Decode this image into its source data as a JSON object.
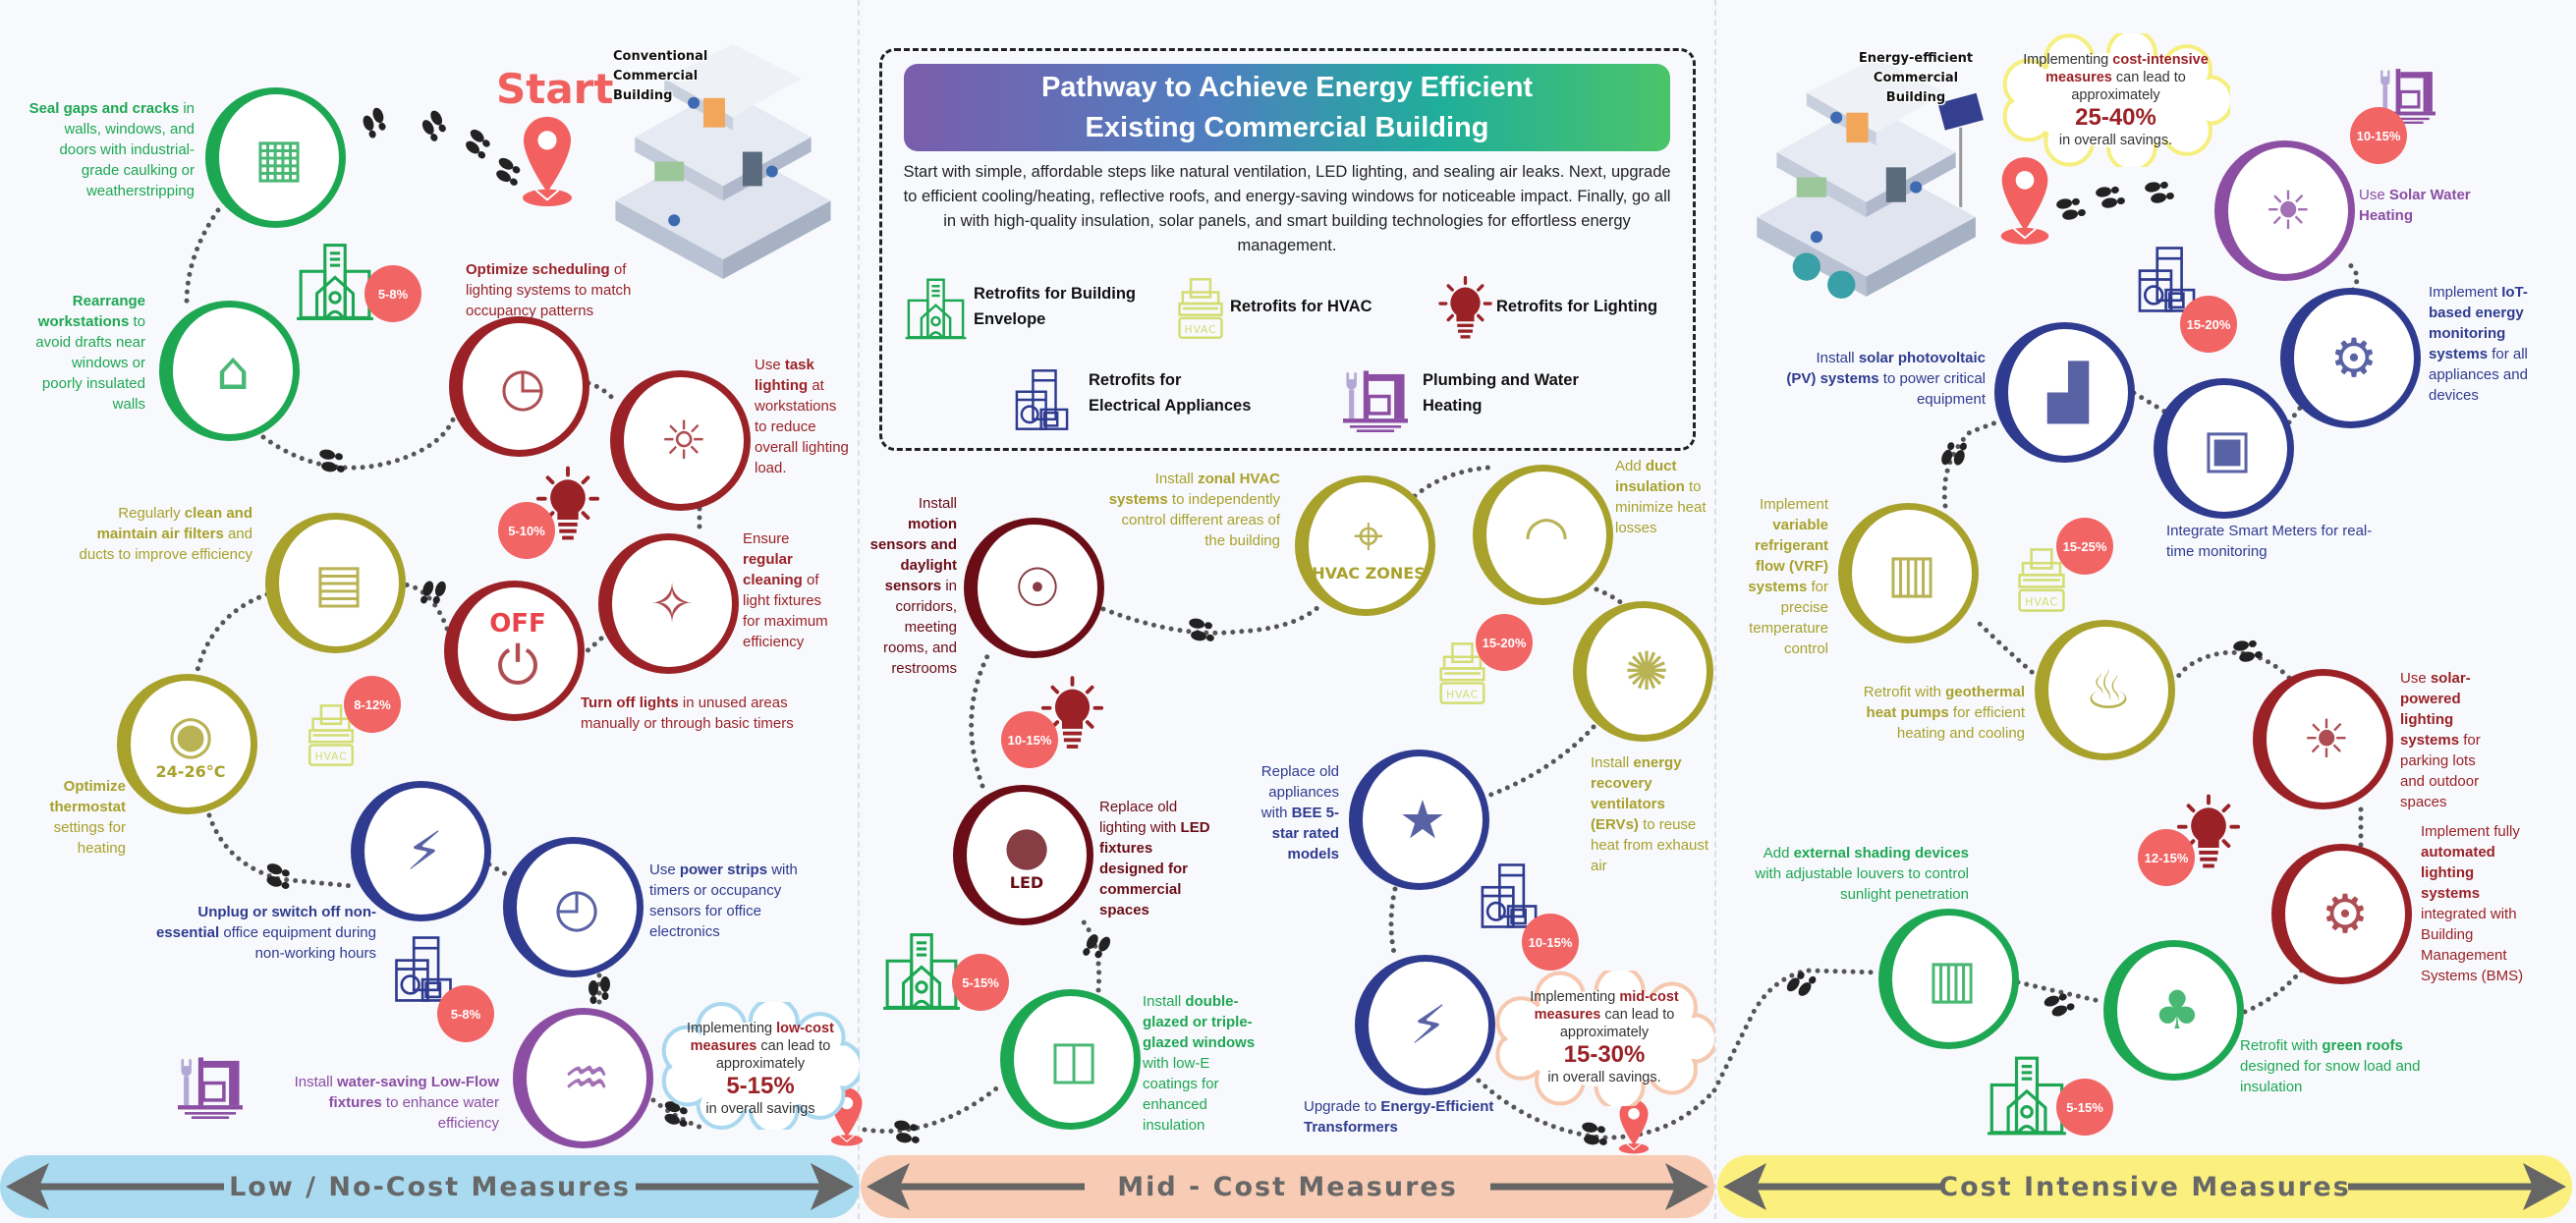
{
  "start_label": "Start",
  "buildings": {
    "conventional": [
      "Conventional",
      "Commercial",
      "Building"
    ],
    "efficient": [
      "Energy-efficient",
      "Commercial",
      "Building"
    ]
  },
  "header": {
    "title_line1": "Pathway to Achieve Energy Efficient",
    "title_line2": "Existing Commercial Building",
    "description": "Start with simple, affordable steps like natural ventilation, LED lighting, and sealing air leaks. Next, upgrade to efficient cooling/heating, reflective roofs, and energy-saving windows for noticeable impact. Finally, go all in with high-quality insulation, solar panels, and smart building technologies for effortless energy management."
  },
  "legend": [
    {
      "icon": "building-envelope",
      "label": "Retrofits for Building Envelope"
    },
    {
      "icon": "hvac",
      "label": "Retrofits for HVAC"
    },
    {
      "icon": "lighting",
      "label": "Retrofits for Lighting"
    },
    {
      "icon": "appliances",
      "label": "Retrofits for Electrical Appliances"
    },
    {
      "icon": "plumbing",
      "label": "Plumbing and Water Heating"
    }
  ],
  "hvac_icon_text": "HVAC",
  "colors": {
    "green": "#1ea753",
    "olive": "#a8a12c",
    "red": "#9a2227",
    "maroon": "#6a0d16",
    "navy": "#2f3b8f",
    "purple": "#8b4ea3",
    "badge": "#f26565",
    "pin": "#f26060"
  },
  "measures": [
    {
      "id": "seal-gaps",
      "color": "green",
      "icon": "window-caulk",
      "text": [
        {
          "t": "Seal gaps and cracks",
          "b": true
        },
        {
          "t": " in walls, windows, and doors with industrial-grade caulking or weatherstripping"
        }
      ]
    },
    {
      "id": "rearrange-workstations",
      "color": "green",
      "icon": "workstation",
      "text": [
        {
          "t": "Rearrange workstations",
          "b": true
        },
        {
          "t": " to avoid drafts near windows or poorly insulated walls"
        }
      ]
    },
    {
      "id": "optimize-scheduling",
      "color": "red",
      "icon": "clock",
      "text": [
        {
          "t": "Optimize scheduling",
          "b": true
        },
        {
          "t": " of lighting systems to match occupancy patterns"
        }
      ]
    },
    {
      "id": "task-lighting",
      "color": "red",
      "icon": "desk-lamp",
      "text": [
        {
          "t": "Use "
        },
        {
          "t": "task lighting",
          "b": true
        },
        {
          "t": " at workstations to reduce overall lighting load."
        }
      ]
    },
    {
      "id": "clean-air-filters",
      "color": "olive",
      "icon": "air-filter",
      "text": [
        {
          "t": "Regularly "
        },
        {
          "t": "clean and maintain air filters",
          "b": true
        },
        {
          "t": " and ducts to improve efficiency"
        }
      ]
    },
    {
      "id": "clean-light-fixtures",
      "color": "red",
      "icon": "lamp-cleaning",
      "text": [
        {
          "t": "Ensure "
        },
        {
          "t": "regular cleaning",
          "b": true
        },
        {
          "t": " of light fixtures for maximum efficiency"
        }
      ]
    },
    {
      "id": "turn-off-lights",
      "color": "red",
      "icon": "light-switch",
      "inner_label": "OFF",
      "text": [
        {
          "t": "Turn off lights",
          "b": true
        },
        {
          "t": " in unused areas manually or through basic timers"
        }
      ]
    },
    {
      "id": "optimize-thermostat",
      "color": "olive",
      "icon": "thermostat",
      "inner_label": "24-26°C",
      "text": [
        {
          "t": "Optimize thermostat",
          "b": true
        },
        {
          "t": " settings for heating"
        }
      ]
    },
    {
      "id": "unplug-equipment",
      "color": "navy",
      "icon": "plug",
      "text": [
        {
          "t": "Unplug or switch off non-essential",
          "b": true
        },
        {
          "t": " office equipment during non-working hours"
        }
      ]
    },
    {
      "id": "power-strips",
      "color": "navy",
      "icon": "power-strip-timer",
      "text": [
        {
          "t": "Use "
        },
        {
          "t": "power strips",
          "b": true
        },
        {
          "t": " with timers or occupancy sensors for office electronics"
        }
      ]
    },
    {
      "id": "low-flow-fixtures",
      "color": "purple",
      "icon": "faucet",
      "text": [
        {
          "t": "Install "
        },
        {
          "t": "water-saving Low-Flow fixtures",
          "b": true
        },
        {
          "t": " to enhance water efficiency"
        }
      ]
    },
    {
      "id": "motion-sensors",
      "color": "maroon",
      "icon": "motion-sensor",
      "text": [
        {
          "t": "Install "
        },
        {
          "t": "motion sensors and daylight sensors",
          "b": true
        },
        {
          "t": " in corridors, meeting rooms, and restrooms"
        }
      ]
    },
    {
      "id": "zonal-hvac",
      "color": "olive",
      "icon": "hvac-zones-map",
      "inner_label": "HVAC ZONES",
      "text": [
        {
          "t": "Install "
        },
        {
          "t": "zonal HVAC systems",
          "b": true
        },
        {
          "t": " to independently control different areas of the building"
        }
      ]
    },
    {
      "id": "duct-insulation",
      "color": "olive",
      "icon": "duct",
      "text": [
        {
          "t": "Add "
        },
        {
          "t": "duct insulation",
          "b": true
        },
        {
          "t": " to minimize heat losses"
        }
      ]
    },
    {
      "id": "led-fixtures",
      "color": "maroon",
      "icon": "led-bulb",
      "inner_label": "LED",
      "text": [
        {
          "t": "Replace old lighting with "
        },
        {
          "t": "LED fixtures designed for commercial spaces",
          "b": true
        }
      ]
    },
    {
      "id": "glazed-windows",
      "color": "green",
      "icon": "glazed-window",
      "text": [
        {
          "t": "Install "
        },
        {
          "t": "double-glazed or triple-glazed windows",
          "b": true
        },
        {
          "t": " with low-E coatings for enhanced insulation"
        }
      ]
    },
    {
      "id": "energy-recovery-ventilators",
      "color": "olive",
      "icon": "fan",
      "text": [
        {
          "t": "Install "
        },
        {
          "t": "energy recovery ventilators (ERVs)",
          "b": true
        },
        {
          "t": " to reuse heat from exhaust air"
        }
      ]
    },
    {
      "id": "bee-5-star-appliances",
      "color": "navy",
      "icon": "star-appliances",
      "text": [
        {
          "t": "Replace old appliances with "
        },
        {
          "t": "BEE 5-star rated models",
          "b": true
        }
      ]
    },
    {
      "id": "efficient-transformers",
      "color": "navy",
      "icon": "transformer",
      "text": [
        {
          "t": "Upgrade to "
        },
        {
          "t": "Energy-Efficient Transformers",
          "b": true
        }
      ]
    },
    {
      "id": "solar-water-heating",
      "color": "purple",
      "icon": "solar-water-heater",
      "text": [
        {
          "t": "Use "
        },
        {
          "t": "Solar Water Heating",
          "b": true
        }
      ]
    },
    {
      "id": "iot-monitoring",
      "color": "navy",
      "icon": "iot-dashboard",
      "text": [
        {
          "t": "Implement "
        },
        {
          "t": "IoT-based energy monitoring systems",
          "b": true
        },
        {
          "t": " for all appliances and devices"
        }
      ]
    },
    {
      "id": "solar-pv",
      "color": "navy",
      "icon": "solar-panel-building",
      "text": [
        {
          "t": "Install "
        },
        {
          "t": "solar photovoltaic (PV) systems",
          "b": true
        },
        {
          "t": " to power critical equipment"
        }
      ]
    },
    {
      "id": "smart-meters",
      "color": "navy",
      "icon": "smart-meter",
      "text": [
        {
          "t": "Integrate Smart Meters for real-time monitoring"
        }
      ]
    },
    {
      "id": "vrf-systems",
      "color": "olive",
      "icon": "vrf-unit",
      "text": [
        {
          "t": "Implement "
        },
        {
          "t": "variable refrigerant flow (VRF) systems",
          "b": true
        },
        {
          "t": " for precise temperature control"
        }
      ]
    },
    {
      "id": "geothermal-heat-pumps",
      "color": "olive",
      "icon": "geothermal",
      "text": [
        {
          "t": "Retrofit with "
        },
        {
          "t": "geothermal heat pumps",
          "b": true
        },
        {
          "t": " for efficient heating and cooling"
        }
      ]
    },
    {
      "id": "solar-lighting",
      "color": "red",
      "icon": "solar-carport",
      "text": [
        {
          "t": "Use "
        },
        {
          "t": "solar-powered lighting systems",
          "b": true
        },
        {
          "t": " for parking lots and outdoor spaces"
        }
      ]
    },
    {
      "id": "automated-lighting-bms",
      "color": "red",
      "icon": "bms-network",
      "text": [
        {
          "t": "Implement fully "
        },
        {
          "t": "automated lighting systems",
          "b": true
        },
        {
          "t": " integrated with Building Management Systems (BMS)"
        }
      ]
    },
    {
      "id": "external-shading",
      "color": "green",
      "icon": "louvers",
      "text": [
        {
          "t": "Add "
        },
        {
          "t": "external shading devices",
          "b": true
        },
        {
          "t": " with adjustable louvers to control sunlight penetration"
        }
      ]
    },
    {
      "id": "green-roofs",
      "color": "green",
      "icon": "green-roof",
      "text": [
        {
          "t": "Retrofit with "
        },
        {
          "t": "green roofs",
          "b": true
        },
        {
          "t": " designed for snow load and insulation"
        }
      ]
    }
  ],
  "badges": [
    {
      "category": "building-envelope",
      "value": "5-8%"
    },
    {
      "category": "lighting",
      "value": "5-10%"
    },
    {
      "category": "hvac",
      "value": "8-12%"
    },
    {
      "category": "appliances",
      "value": "5-8%"
    },
    {
      "category": "lighting",
      "value": "10-15%"
    },
    {
      "category": "building-envelope",
      "value": "5-15%"
    },
    {
      "category": "hvac",
      "value": "15-20%"
    },
    {
      "category": "appliances",
      "value": "10-15%"
    },
    {
      "category": "plumbing",
      "value": "10-15%"
    },
    {
      "category": "appliances",
      "value": "15-20%"
    },
    {
      "category": "hvac",
      "value": "15-25%"
    },
    {
      "category": "lighting",
      "value": "12-15%"
    },
    {
      "category": "building-envelope",
      "value": "5-15%"
    }
  ],
  "clouds": [
    {
      "color": "#a9d8ef",
      "pre": "Implementing ",
      "bold": "low-cost measures",
      "post": " can lead to approximately",
      "value": "5-15%",
      "after": "in overall savings"
    },
    {
      "color": "#f7c8b0",
      "pre": "Implementing ",
      "bold": "mid-cost measures",
      "post": " can lead to approximately",
      "value": "15-30%",
      "after": "in overall savings."
    },
    {
      "color": "#f6ef80",
      "pre": "Implementing ",
      "bold": "cost-intensive measures",
      "post": " can lead to approximately",
      "value": "25-40%",
      "after": "in overall savings."
    }
  ],
  "bands": [
    {
      "label": "Low / No-Cost Measures",
      "color": "#a9daf0"
    },
    {
      "label": "Mid - Cost Measures",
      "color": "#f8cbb4"
    },
    {
      "label": "Cost Intensive Measures",
      "color": "#fbf07e"
    }
  ]
}
